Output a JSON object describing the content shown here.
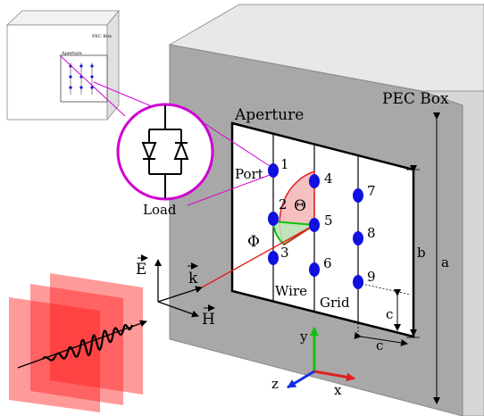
{
  "labels": {
    "pec_box": "PEC Box",
    "aperture": "Aperture",
    "port": "Port",
    "load": "Load",
    "wire": "Wire",
    "grid": "Grid",
    "theta": "Θ",
    "phi": "Φ",
    "a": "a",
    "b": "b",
    "c": "c",
    "x": "x",
    "y": "y",
    "z": "z",
    "E": "E",
    "H": "H",
    "k": "k"
  },
  "thumbnail": {
    "pec_box": "PEC Box",
    "aperture": "Aperture"
  },
  "ports": [
    "1",
    "2",
    "3",
    "4",
    "5",
    "6",
    "7",
    "8",
    "9"
  ],
  "colors": {
    "box_face": "#a6a6a6",
    "box_top": "#e8e8e8",
    "box_side": "#d0d0d0",
    "port": "#1010e0",
    "callout": "#d000d0",
    "wave": "#ff2020",
    "theta_fill": "#f5b0b0",
    "phi_fill": "#b8e8b8",
    "axis_x": "#e02020",
    "axis_y": "#10c010",
    "axis_z": "#1030e0"
  }
}
